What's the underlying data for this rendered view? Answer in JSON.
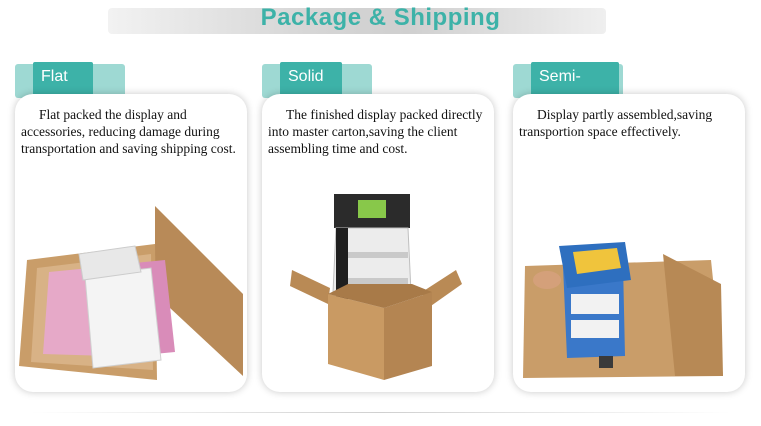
{
  "header": {
    "title": "Package & Shipping"
  },
  "panels": [
    {
      "tab_label": "Flat",
      "description": "Flat packed the display and accessories, reducing damage during transportation and saving shipping cost."
    },
    {
      "tab_label": "Solid",
      "description": "The finished display packed directly into master carton,saving the client assembling time and cost."
    },
    {
      "tab_label": "Semi-solid",
      "description": "Display partly assembled,saving transportion space effectively."
    }
  ],
  "colors": {
    "accent": "#3db2a8",
    "accent_light": "#9ed9d3",
    "carton": "#c79a67"
  }
}
